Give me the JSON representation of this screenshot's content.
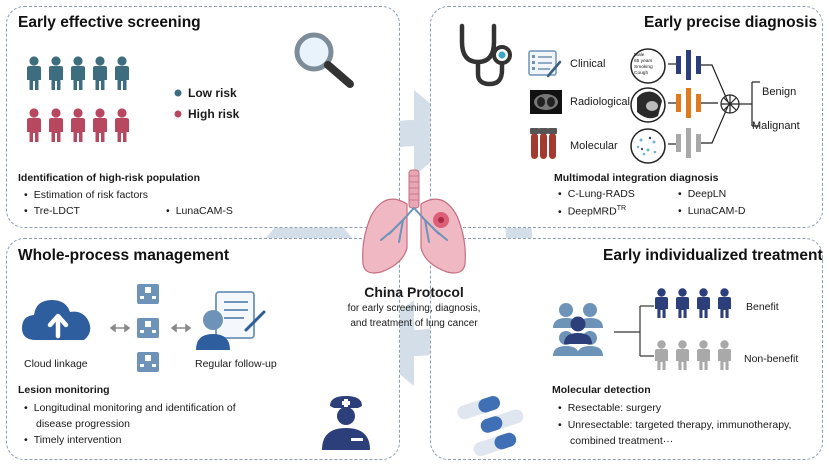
{
  "top_left": {
    "title": "Early effective screening",
    "legend_low": "Low risk",
    "legend_high": "High risk",
    "subtitle": "Identification of  high-risk population",
    "items": [
      "Estimation of risk factors",
      "Tre-LDCT",
      "LunaCAM-S"
    ],
    "colors": {
      "low": "#3f6d80",
      "high": "#b8485f"
    }
  },
  "top_right": {
    "title": "Early precise diagnosis",
    "modalities": [
      "Clinical",
      "Radiological",
      "Molecular"
    ],
    "card_lines": [
      "Male",
      "65 years",
      "Smoking",
      "Cough"
    ],
    "outputs": [
      "Benign",
      "Malignant"
    ],
    "subtitle": "Multimodal integration diagnosis",
    "items": [
      "C-Lung-RADS",
      "DeepLN",
      "DeepMRD",
      "LunaCAM-D"
    ],
    "superscript": "TR"
  },
  "bottom_left": {
    "title": "Whole-process management",
    "cloud_label": "Cloud linkage",
    "followup_label": "Regular follow-up",
    "subtitle": "Lesion monitoring",
    "item1_line1": "Longitudinal monitoring and identification of",
    "item1_line2": "disease progression",
    "item2": "Timely intervention"
  },
  "bottom_right": {
    "title": "Early individualized  treatment",
    "benefit_label": "Benefit",
    "nonbenefit_label": "Non-benefit",
    "subtitle": "Molecular detection",
    "item1": "Resectable: surgery",
    "item2_line1": "Unresectable: targeted therapy, immunotherapy,",
    "item2_line2": "combined treatment···",
    "colors": {
      "benefit": "#2c3f7a",
      "nonbenefit": "#a9a9a9"
    }
  },
  "center": {
    "title": "China Protocol",
    "line1": "for early screening, diagnosis,",
    "line2": "and treatment of lung cancer"
  }
}
